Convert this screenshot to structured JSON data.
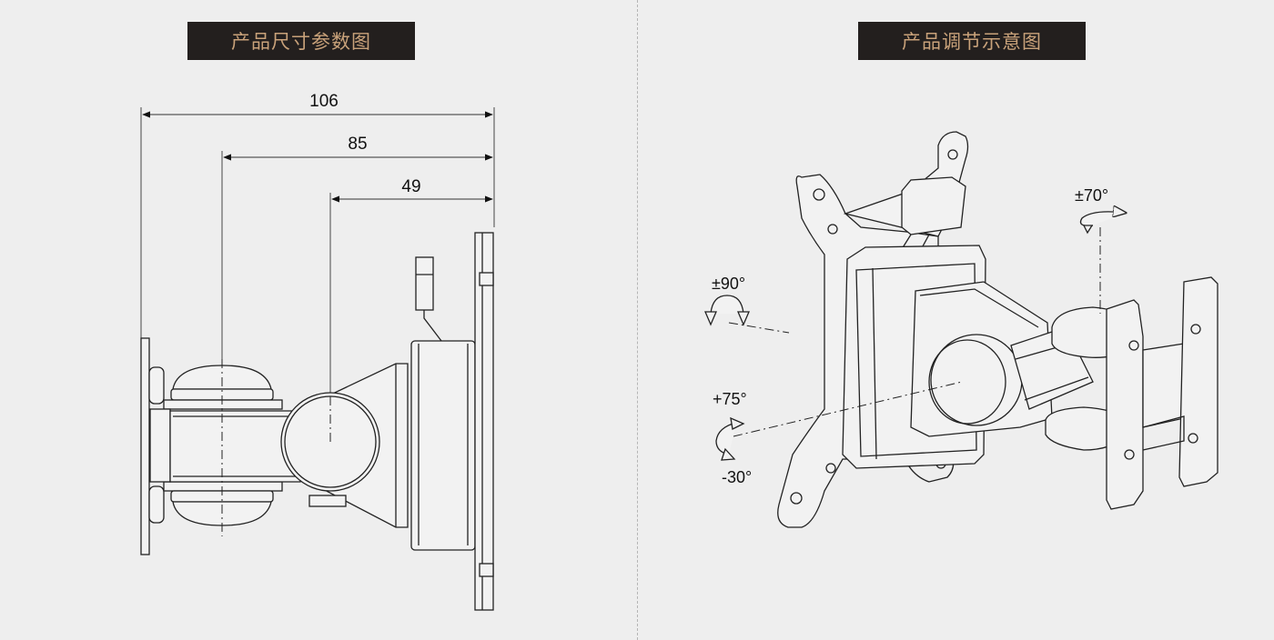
{
  "left_panel": {
    "title": "产品尺寸参数图",
    "dimensions": [
      {
        "label": "106"
      },
      {
        "label": "85"
      },
      {
        "label": "49"
      }
    ]
  },
  "right_panel": {
    "title": "产品调节示意图",
    "adjustments": {
      "rotate": "±70°",
      "swivel": "±90°",
      "tilt_up": "+75°",
      "tilt_down": "-30°"
    }
  },
  "colors": {
    "badge_bg": "#231f1e",
    "badge_text": "#c9a27a",
    "background": "#eeeeee",
    "line": "#222222"
  }
}
